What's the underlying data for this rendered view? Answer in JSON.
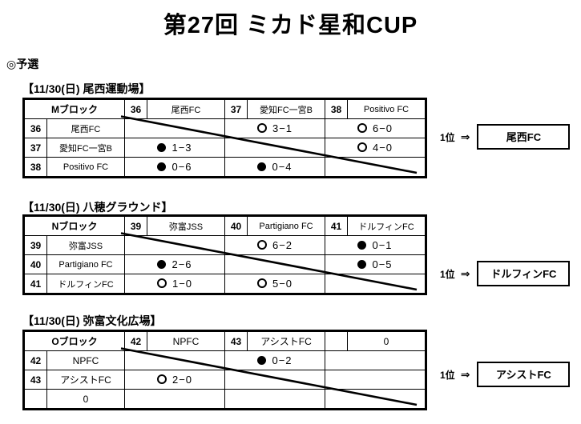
{
  "page": {
    "title": "第27回  ミカド星和CUP",
    "section_heading": "◎予選",
    "rank_label": "1位",
    "rank_arrow": "⇒"
  },
  "blocks": [
    {
      "venue": "【11/30(日)  尾西運動場】",
      "block_name": "Mブロック",
      "teams": [
        {
          "no": "36",
          "name": "尾西FC"
        },
        {
          "no": "37",
          "name": "愛知FC一宮B"
        },
        {
          "no": "38",
          "name": "Positivo FC"
        }
      ],
      "matrix": [
        [
          {
            "state": "diagonal",
            "mark": "",
            "score": ""
          },
          {
            "state": "result",
            "mark": "win",
            "score": "3−1"
          },
          {
            "state": "result",
            "mark": "win",
            "score": "6−0"
          }
        ],
        [
          {
            "state": "result",
            "mark": "lose",
            "score": "1−3"
          },
          {
            "state": "diagonal",
            "mark": "",
            "score": ""
          },
          {
            "state": "result",
            "mark": "win",
            "score": "4−0"
          }
        ],
        [
          {
            "state": "result",
            "mark": "lose",
            "score": "0−6"
          },
          {
            "state": "result",
            "mark": "lose",
            "score": "0−4"
          },
          {
            "state": "diagonal",
            "mark": "",
            "score": ""
          }
        ]
      ],
      "winner": "尾西FC"
    },
    {
      "venue": "【11/30(日)  八穂グラウンド】",
      "block_name": "Nブロック",
      "teams": [
        {
          "no": "39",
          "name": "弥富JSS"
        },
        {
          "no": "40",
          "name": "Partigiano FC"
        },
        {
          "no": "41",
          "name": "ドルフィンFC"
        }
      ],
      "matrix": [
        [
          {
            "state": "diagonal",
            "mark": "",
            "score": ""
          },
          {
            "state": "result",
            "mark": "win",
            "score": "6−2"
          },
          {
            "state": "result",
            "mark": "lose",
            "score": "0−1"
          }
        ],
        [
          {
            "state": "result",
            "mark": "lose",
            "score": "2−6"
          },
          {
            "state": "diagonal",
            "mark": "",
            "score": ""
          },
          {
            "state": "result",
            "mark": "lose",
            "score": "0−5"
          }
        ],
        [
          {
            "state": "result",
            "mark": "win",
            "score": "1−0"
          },
          {
            "state": "result",
            "mark": "win",
            "score": "5−0"
          },
          {
            "state": "diagonal",
            "mark": "",
            "score": ""
          }
        ]
      ],
      "winner": "ドルフィンFC"
    },
    {
      "venue": "【11/30(日)  弥富文化広場】",
      "block_name": "Oブロック",
      "teams": [
        {
          "no": "42",
          "name": "NPFC"
        },
        {
          "no": "43",
          "name": "アシストFC"
        },
        {
          "no": "",
          "name": "0"
        }
      ],
      "matrix": [
        [
          {
            "state": "diagonal",
            "mark": "",
            "score": ""
          },
          {
            "state": "result",
            "mark": "lose",
            "score": "0−2"
          },
          {
            "state": "empty",
            "mark": "",
            "score": ""
          }
        ],
        [
          {
            "state": "result",
            "mark": "win",
            "score": "2−0"
          },
          {
            "state": "diagonal",
            "mark": "",
            "score": ""
          },
          {
            "state": "empty",
            "mark": "",
            "score": ""
          }
        ],
        [
          {
            "state": "empty",
            "mark": "",
            "score": ""
          },
          {
            "state": "empty",
            "mark": "",
            "score": ""
          },
          {
            "state": "diagonal",
            "mark": "",
            "score": ""
          }
        ]
      ],
      "winner": "アシストFC"
    }
  ]
}
